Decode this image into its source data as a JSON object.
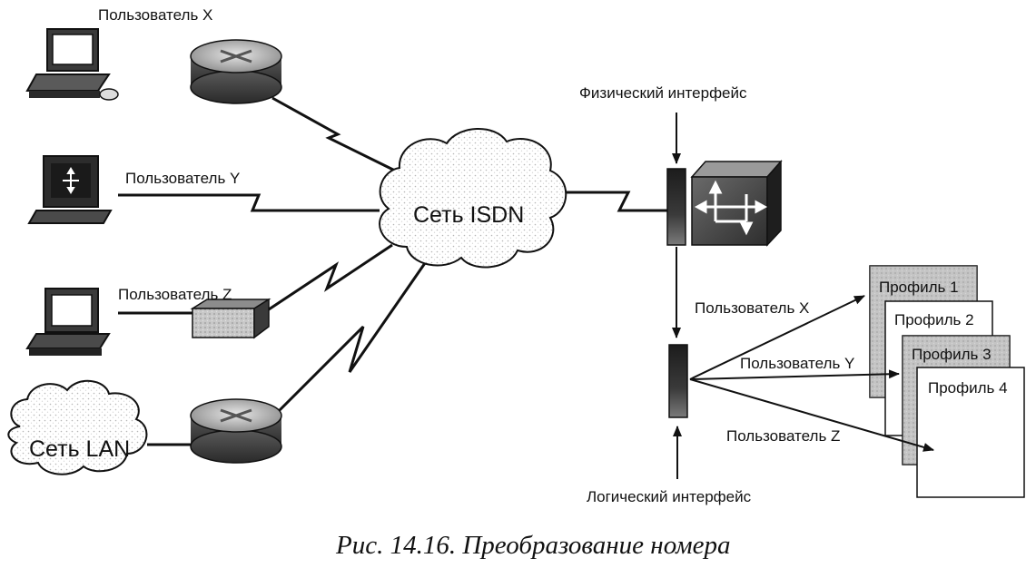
{
  "users": {
    "x": "Пользователь X",
    "y": "Пользователь Y",
    "z": "Пользователь Z"
  },
  "clouds": {
    "isdn": "Сеть ISDN",
    "lan": "Сеть LAN"
  },
  "interfaces": {
    "physical": "Физический интерфейс",
    "logical": "Логический интерфейс"
  },
  "mapping": {
    "user_x": "Пользователь X",
    "user_y": "Пользователь Y",
    "user_z": "Пользователь Z"
  },
  "profiles": [
    "Профиль 1",
    "Профиль 2",
    "Профиль 3",
    "Профиль 4"
  ],
  "caption": "Рис. 14.16. Преобразование номера"
}
